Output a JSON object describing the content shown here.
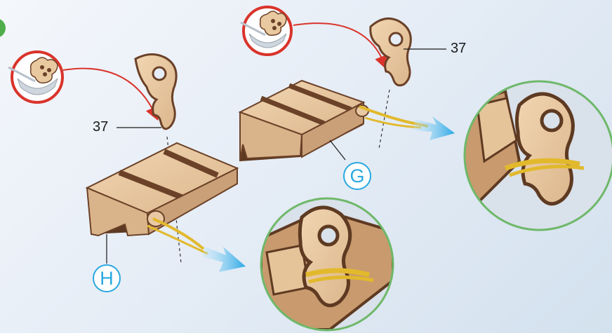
{
  "callouts": {
    "part_number_left": "37",
    "part_number_right": "37",
    "letter_left": "H",
    "letter_right": "G"
  },
  "colors": {
    "wood_light": "#e8c9a4",
    "wood_dark": "#6b4128",
    "glue_circle": "#d9342b",
    "zoom_circle": "#6fb86a",
    "arrow": "#33aee6",
    "badge": "#29a8e0",
    "rubber_band": "#e2b92c"
  },
  "icons": [
    "glue-tray-icon",
    "zoom-detail-icon",
    "direction-arrow-icon"
  ]
}
